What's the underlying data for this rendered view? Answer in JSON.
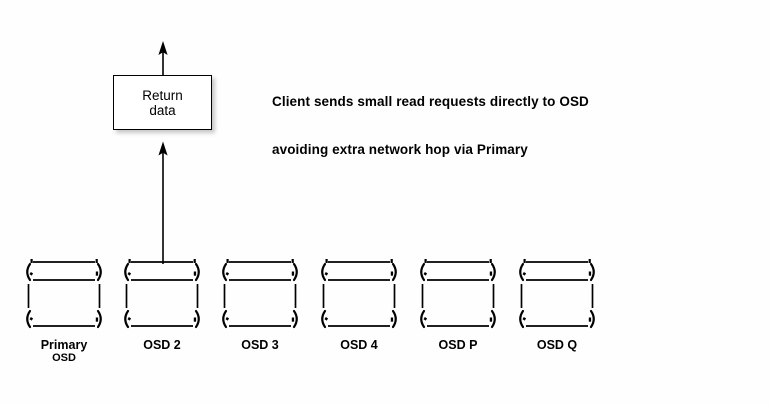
{
  "diagram": {
    "background_color": "#fefefe",
    "stroke_color": "#000000",
    "annotation": {
      "line1": "Client sends small read requests directly to OSD",
      "line2": "avoiding extra network hop via Primary"
    },
    "return_box": {
      "line1": "Return",
      "line2": "data"
    },
    "arrows": {
      "top_arrow_name": "arrow-to-client",
      "bottom_arrow_name": "arrow-from-primary-osd"
    },
    "cylinder_art": {
      "top_cap_a": "  .______.",
      "top_cap_b": "( `______: )",
      "body": "|         |",
      "bottom_a": "( `______. )",
      "bottom_b": "  `______'"
    },
    "nodes": [
      {
        "id": "primary-osd",
        "label": "Primary",
        "sublabel": "OSD"
      },
      {
        "id": "osd-2",
        "label": "OSD 2",
        "sublabel": ""
      },
      {
        "id": "osd-3",
        "label": "OSD 3",
        "sublabel": ""
      },
      {
        "id": "osd-4",
        "label": "OSD 4",
        "sublabel": ""
      },
      {
        "id": "osd-p",
        "label": "OSD P",
        "sublabel": ""
      },
      {
        "id": "osd-q",
        "label": "OSD Q",
        "sublabel": ""
      }
    ]
  }
}
